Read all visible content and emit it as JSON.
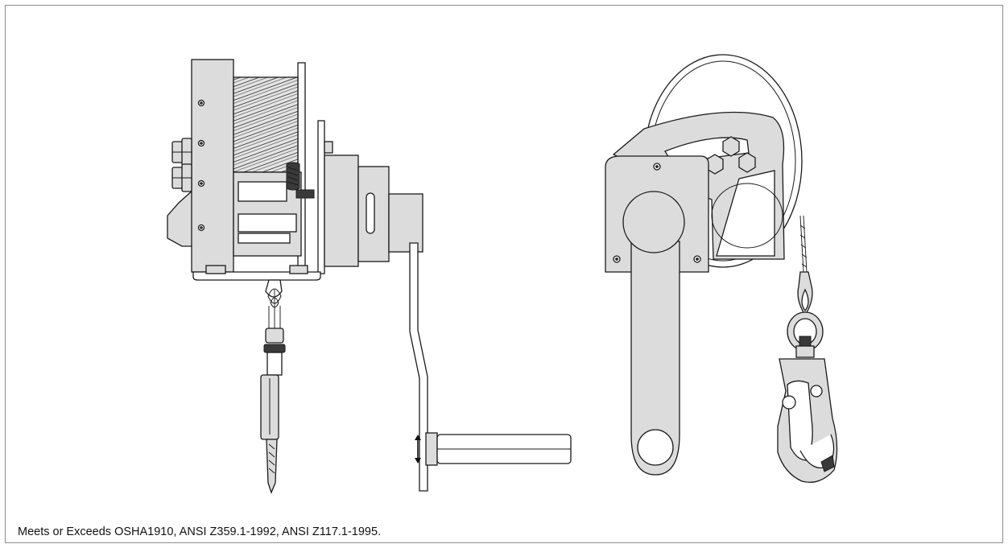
{
  "figure": {
    "caption": "Meets or Exceeds OSHA1910, ANSI Z359.1-1992, ANSI Z117.1-1995.",
    "illustrations": [
      {
        "name": "winch-side-view"
      },
      {
        "name": "crank-handle"
      },
      {
        "name": "winch-front-view"
      }
    ]
  }
}
